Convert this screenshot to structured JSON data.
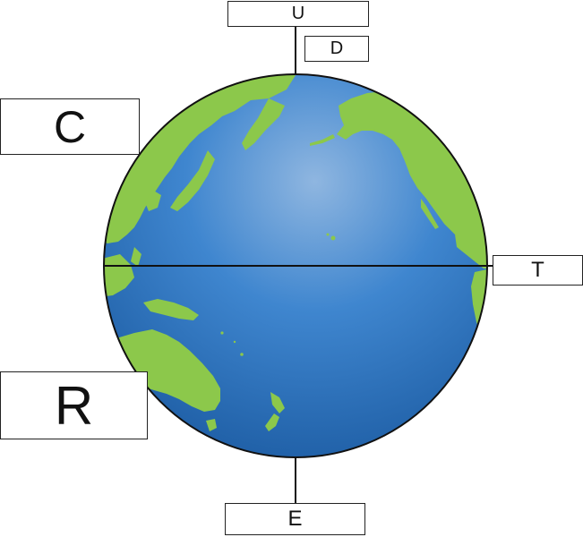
{
  "labels": {
    "u": "U",
    "d": "D",
    "c": "C",
    "t": "T",
    "r": "R",
    "e": "E"
  },
  "colors": {
    "ocean_light": "#8fb6e0",
    "ocean_mid": "#3f86cf",
    "ocean_dark": "#1f5fa6",
    "land": "#8cc84b",
    "line": "#111111"
  }
}
